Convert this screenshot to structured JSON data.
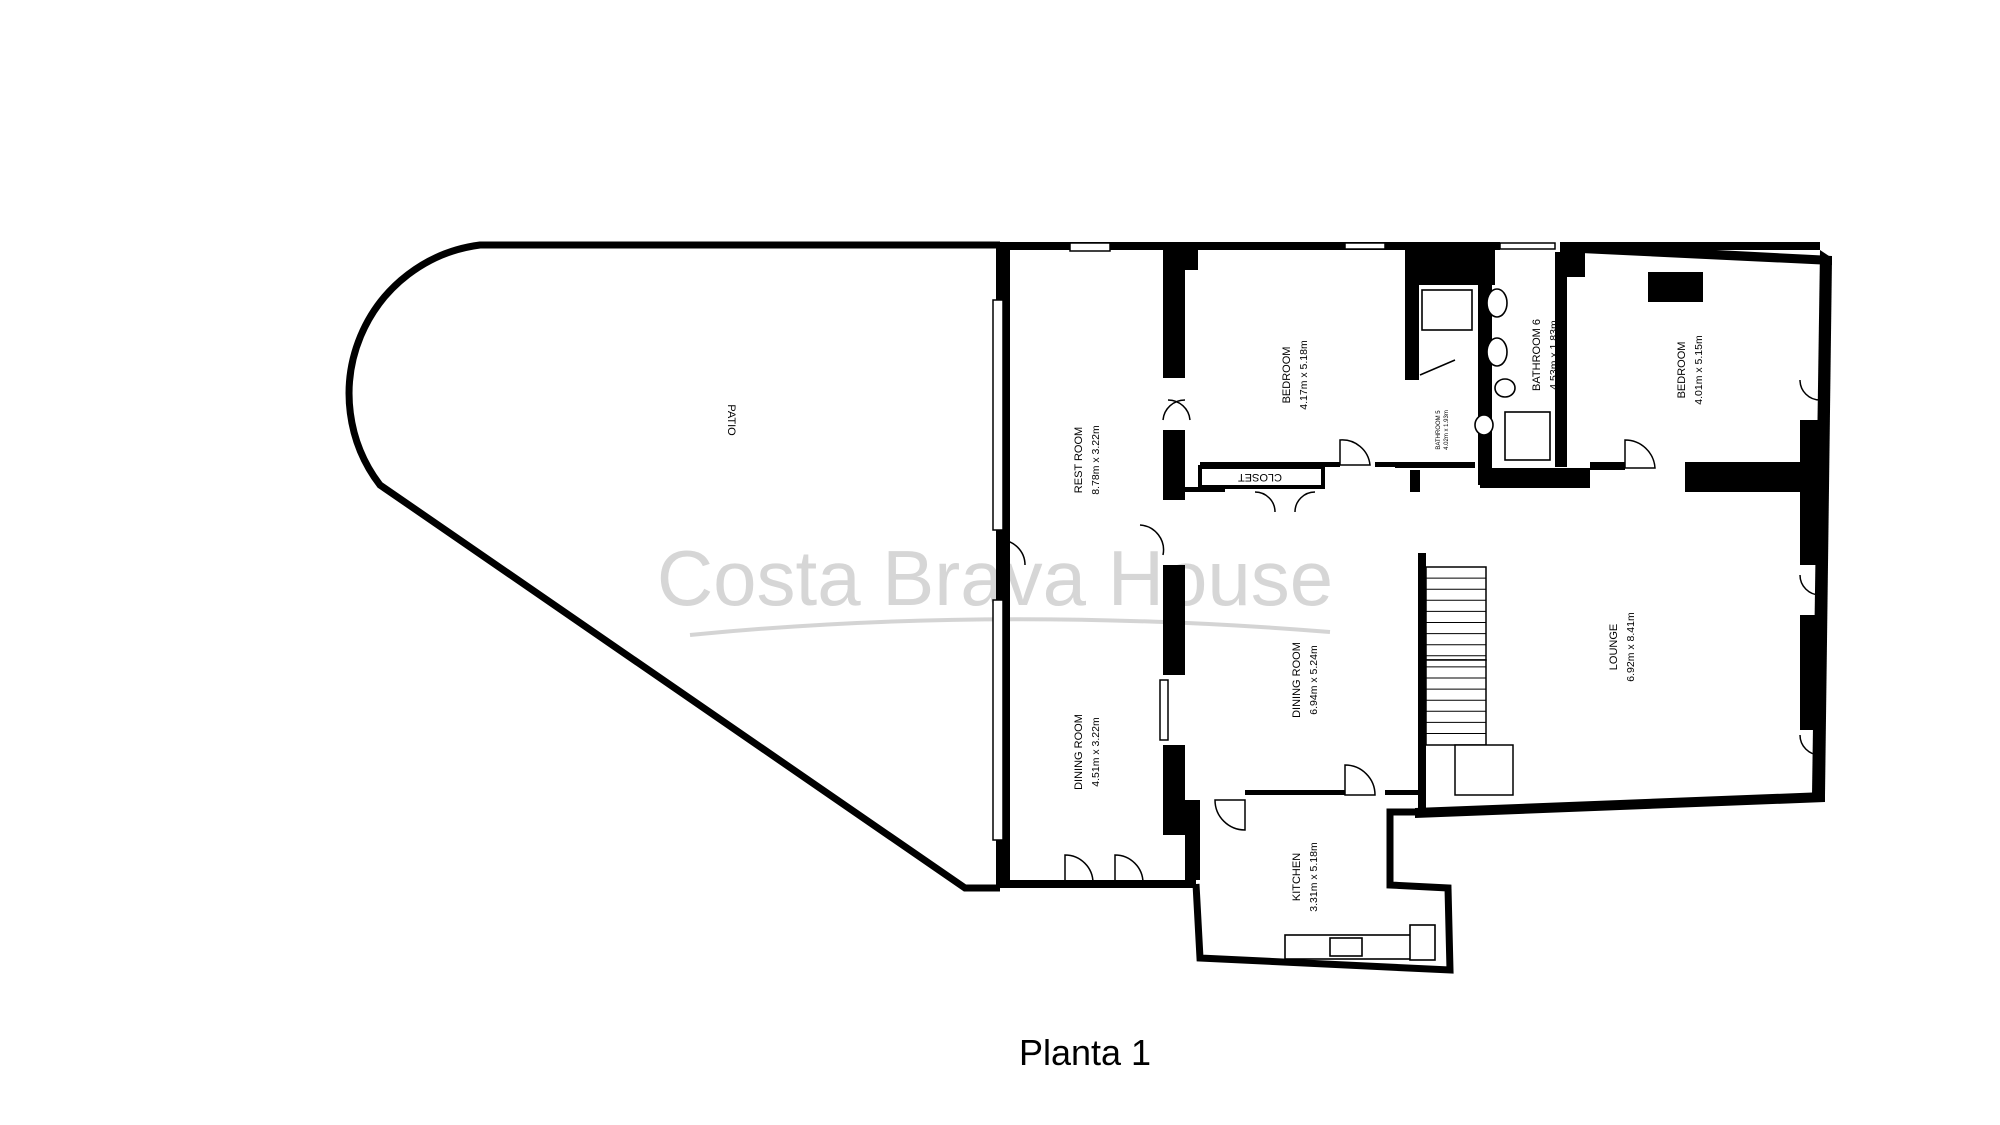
{
  "watermark": "Costa Brava House",
  "caption": "Planta 1",
  "rooms": {
    "patio": {
      "name": "PATIO"
    },
    "rest_room": {
      "name": "REST ROOM",
      "dims": "8.78m x 3.22m"
    },
    "dining_room_small": {
      "name": "DINING ROOM",
      "dims": "4.51m x 3.22m"
    },
    "bedroom_1": {
      "name": "BEDROOM",
      "dims": "4.17m x 5.18m"
    },
    "closet": {
      "name": "CLOSET"
    },
    "bathroom_5": {
      "name": "BATHROOM 5",
      "dims": "4.02m x 1.93m"
    },
    "bathroom_6": {
      "name": "BATHROOM 6",
      "dims": "4.53m x 1.83m"
    },
    "bedroom_2": {
      "name": "BEDROOM",
      "dims": "4.01m x 5.15m"
    },
    "dining_room_large": {
      "name": "DINING ROOM",
      "dims": "6.94m x 5.24m"
    },
    "lounge": {
      "name": "LOUNGE",
      "dims": "6.92m x 8.41m"
    },
    "kitchen": {
      "name": "KITCHEN",
      "dims": "3.31m x 5.18m"
    }
  }
}
